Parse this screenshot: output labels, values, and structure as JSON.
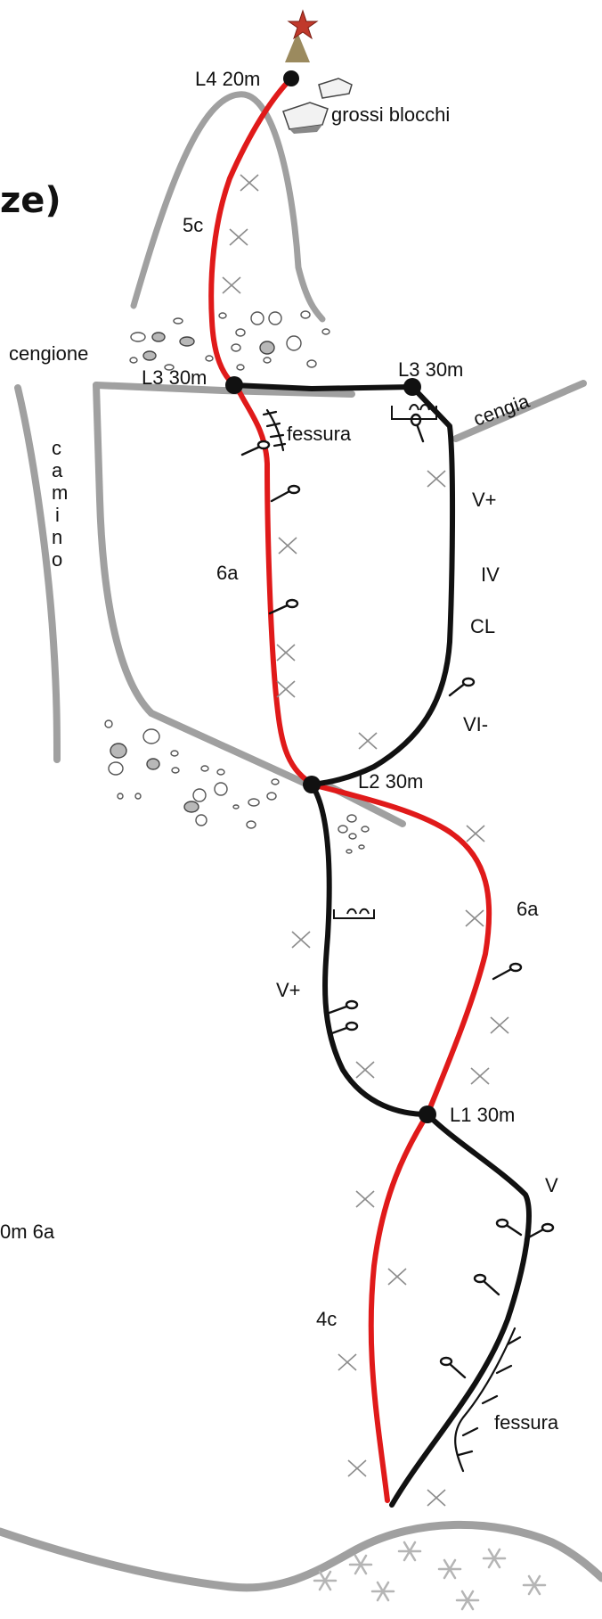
{
  "header": {
    "title_fragment": "ze)"
  },
  "left_edge_text": "0m 6a",
  "stations": {
    "top": "L4 20m",
    "left_l3": "L3 30m",
    "right_l3": "L3 30m",
    "l2": "L2 30m",
    "l1": "L1 30m"
  },
  "features": {
    "big_blocks": "grossi blocchi",
    "big_ledge": "cengione",
    "ledge": "cengia",
    "crack_upper": "fessura",
    "crack_lower": "fessura",
    "chimney_letters": [
      "c",
      "a",
      "m",
      "i",
      "n",
      "o"
    ]
  },
  "grades": {
    "pitch4": "5c",
    "pitch3_left": "6a",
    "pitch3_right_a": "V+",
    "pitch3_right_b": "IV",
    "pitch3_right_c": "CL",
    "pitch3_right_d": "VI-",
    "pitch2_right": "6a",
    "pitch2_left": "V+",
    "pitch1_right": "V",
    "pitch1_left": "4c"
  },
  "colors": {
    "red_route": "#e01a1a",
    "black_route": "#111111",
    "rock_outline": "#a0a0a0",
    "summit_star": "#c0392b",
    "summit_cone": "#9b8a5e"
  },
  "icons": {
    "summit": "summit-star-icon",
    "belay": "belay-station-icon",
    "bolt": "bolt-hanger-icon",
    "piton": "piton-x-icon",
    "snow": "snowflake-icon"
  }
}
